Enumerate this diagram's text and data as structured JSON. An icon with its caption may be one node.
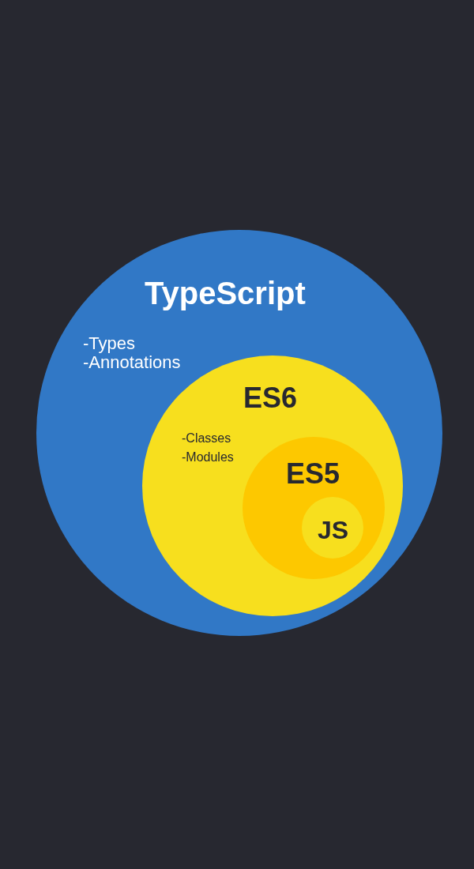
{
  "diagram": {
    "nodes": [
      {
        "text": [
          "TypeScript",
          "-Types",
          "-Annotations"
        ]
      },
      {
        "text": [
          "ES6",
          "-Classes",
          "-Modules"
        ],
        "in": 0
      },
      {
        "text": [
          "ES5"
        ],
        "in": 1
      },
      {
        "text": [
          "JS"
        ],
        "in": 2
      }
    ]
  }
}
